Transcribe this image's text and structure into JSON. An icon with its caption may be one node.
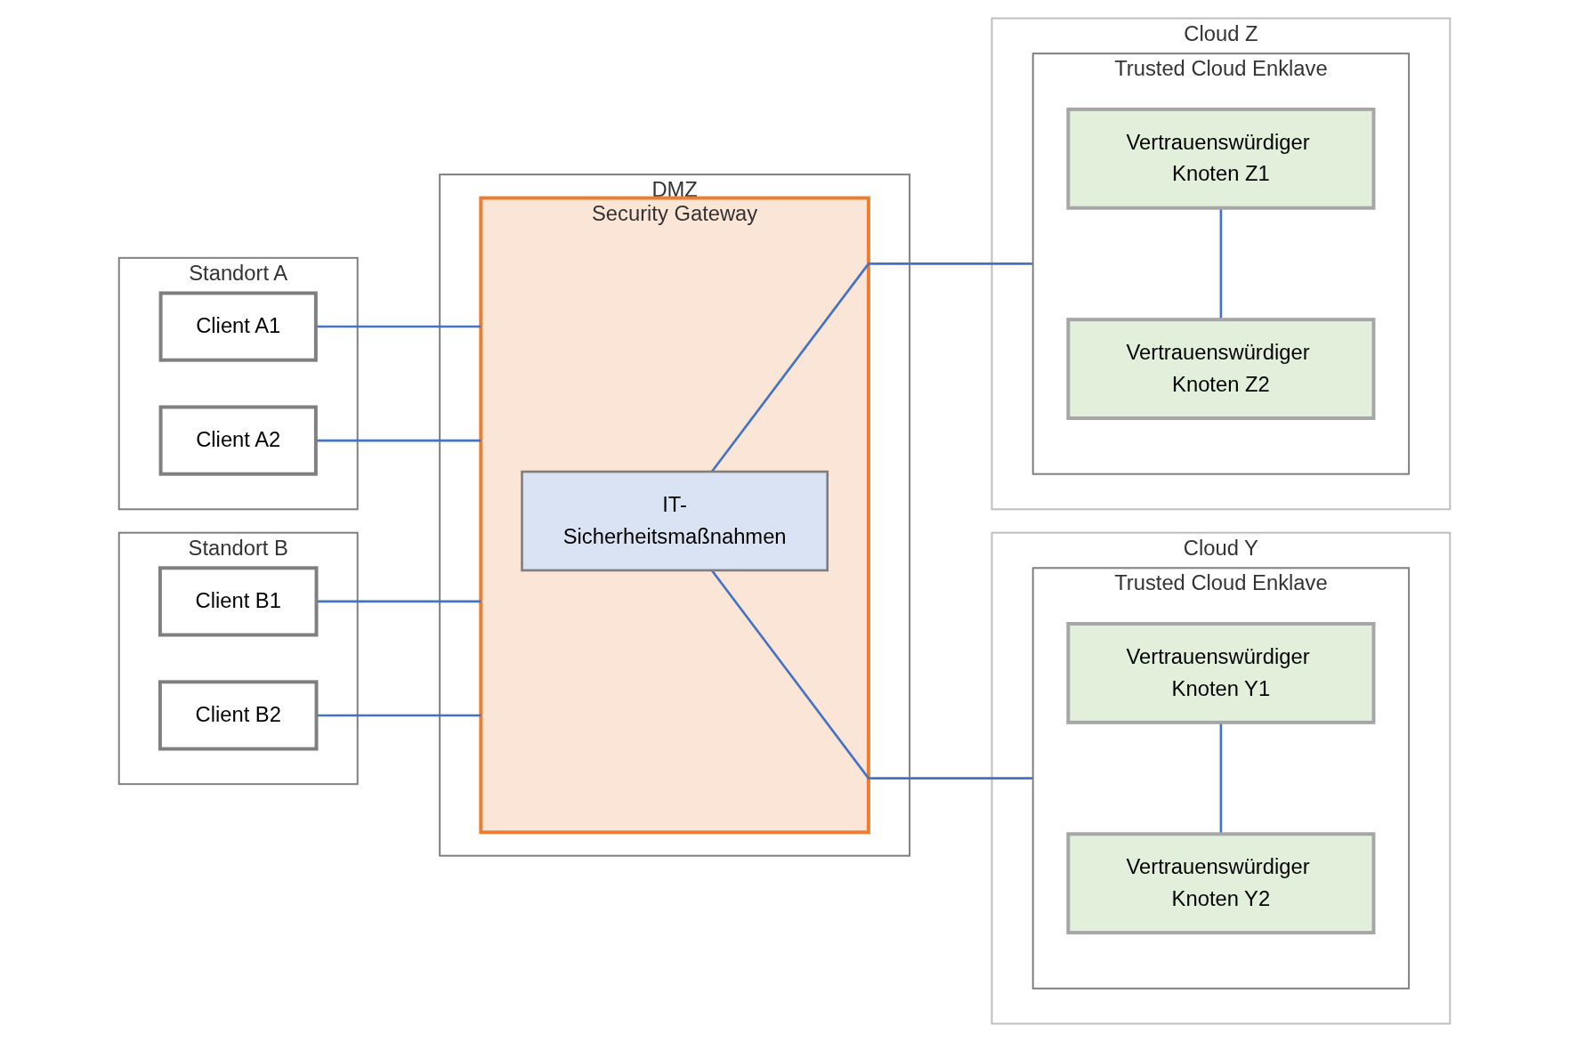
{
  "diagram": {
    "nodes": [
      {
        "text": [
          "Standort A"
        ]
      },
      {
        "text": [
          "Client A1"
        ],
        "in": 0
      },
      {
        "text": [
          "Client A2"
        ],
        "in": 0
      },
      {
        "text": [
          "Standort B"
        ]
      },
      {
        "text": [
          "Client B1"
        ],
        "in": 3
      },
      {
        "text": [
          "Client B2"
        ],
        "in": 3
      },
      {
        "text": [
          "DMZ"
        ]
      },
      {
        "text": [
          "Security Gateway"
        ],
        "in": 6
      },
      {
        "text": [
          "IT-Sicherheitsmaßnahmen"
        ],
        "in": 7
      },
      {
        "text": [
          "Cloud Y"
        ]
      },
      {
        "text": [
          "Trusted Cloud Enklave"
        ],
        "in": 9
      },
      {
        "text": [
          "Vertrauenswürdiger Knoten Y1"
        ],
        "in": 10
      },
      {
        "text": [
          "Vertrauenswürdiger Knoten Y2"
        ],
        "in": 10
      },
      {
        "text": [
          "Cloud Z"
        ]
      },
      {
        "text": [
          "Trusted Cloud Enklave"
        ],
        "in": 13
      },
      {
        "text": [
          "Vertrauenswürdiger Knoten Z1"
        ],
        "in": 14
      },
      {
        "text": [
          "Vertrauenswürdiger Knoten Z2"
        ],
        "in": 14
      }
    ],
    "edges": [
      {
        "from": 1,
        "to": 7,
        "arrow": "none"
      },
      {
        "from": 2,
        "to": 7,
        "arrow": "none"
      },
      {
        "from": 4,
        "to": 7,
        "arrow": "none"
      },
      {
        "from": 5,
        "to": 7,
        "arrow": "none"
      },
      {
        "from": 8,
        "to": 10,
        "arrow": "none"
      },
      {
        "from": 8,
        "to": 14,
        "arrow": "none"
      },
      {
        "from": 11,
        "to": 12,
        "arrow": "none"
      },
      {
        "from": 15,
        "to": 16,
        "arrow": "none"
      }
    ]
  }
}
